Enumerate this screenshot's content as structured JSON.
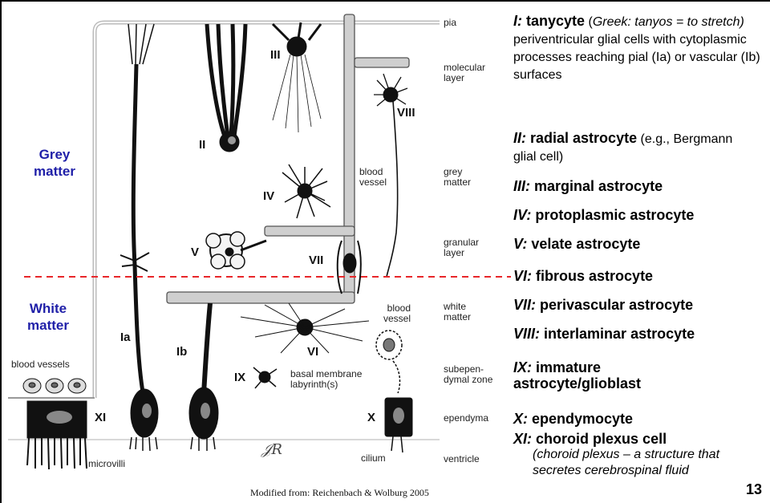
{
  "regions": {
    "grey": "Grey\nmatter",
    "white": "White\nmatter"
  },
  "layers": {
    "pia": "pia",
    "molecular": "molecular\nlayer",
    "grey": "grey\nmatter",
    "granular": "granular\nlayer",
    "white": "white\nmatter",
    "subependymal": "subepen-\ndymal zone",
    "ependyma": "ependyma",
    "ventricle": "ventricle"
  },
  "figure_labels": {
    "blood_vessel_mid": "blood\nvessel",
    "blood_vessel_right": "blood\nvessel",
    "blood_vessels_left": "blood vessels",
    "basal_membrane": "basal membrane\nlabyrinth(s)",
    "microvilli": "microvilli",
    "cilium": "cilium",
    "signature": "𝒥𝑅"
  },
  "cell_numerals": {
    "Ia": "Ia",
    "Ib": "Ib",
    "II": "II",
    "III": "III",
    "IV": "IV",
    "V": "V",
    "VI": "VI",
    "VII": "VII",
    "VIII": "VIII",
    "IX": "IX",
    "X": "X",
    "XI": "XI"
  },
  "legend": [
    {
      "roman": "I:",
      "term": "tanycyte",
      "paren_open": " (",
      "greek": "Greek: tanyos = to stretch)",
      "note": " periventricular glial cells with cytoplasmic processes reaching pial (Ia) or vascular (Ib) surfaces"
    },
    {
      "roman": "II:",
      "term": "radial astrocyte",
      "note": " (e.g., Bergmann glial cell)"
    },
    {
      "roman": "III:",
      "term": "marginal astrocyte"
    },
    {
      "roman": "IV:",
      "term": "protoplasmic astrocyte"
    },
    {
      "roman": "V:",
      "term": "velate astrocyte"
    },
    {
      "roman": "VI:",
      "term": "fibrous astrocyte"
    },
    {
      "roman": "VII:",
      "term": "perivascular astrocyte"
    },
    {
      "roman": "VIII:",
      "term": "interlaminar astrocyte"
    },
    {
      "roman": "IX:",
      "term": "immature astrocyte/glioblast"
    },
    {
      "roman": "X:",
      "term": "ependymocyte"
    },
    {
      "roman": "XI:",
      "term": "choroid plexus cell",
      "italic_note": "(choroid plexus – a structure that secretes cerebrospinal fluid"
    }
  ],
  "credit": "Modified from: Reichenbach & Wolburg 2005",
  "page_number": "13",
  "colors": {
    "region_label": "#1f1fa8",
    "divider": "#e8262a",
    "vessel": "#c8c8c8"
  }
}
